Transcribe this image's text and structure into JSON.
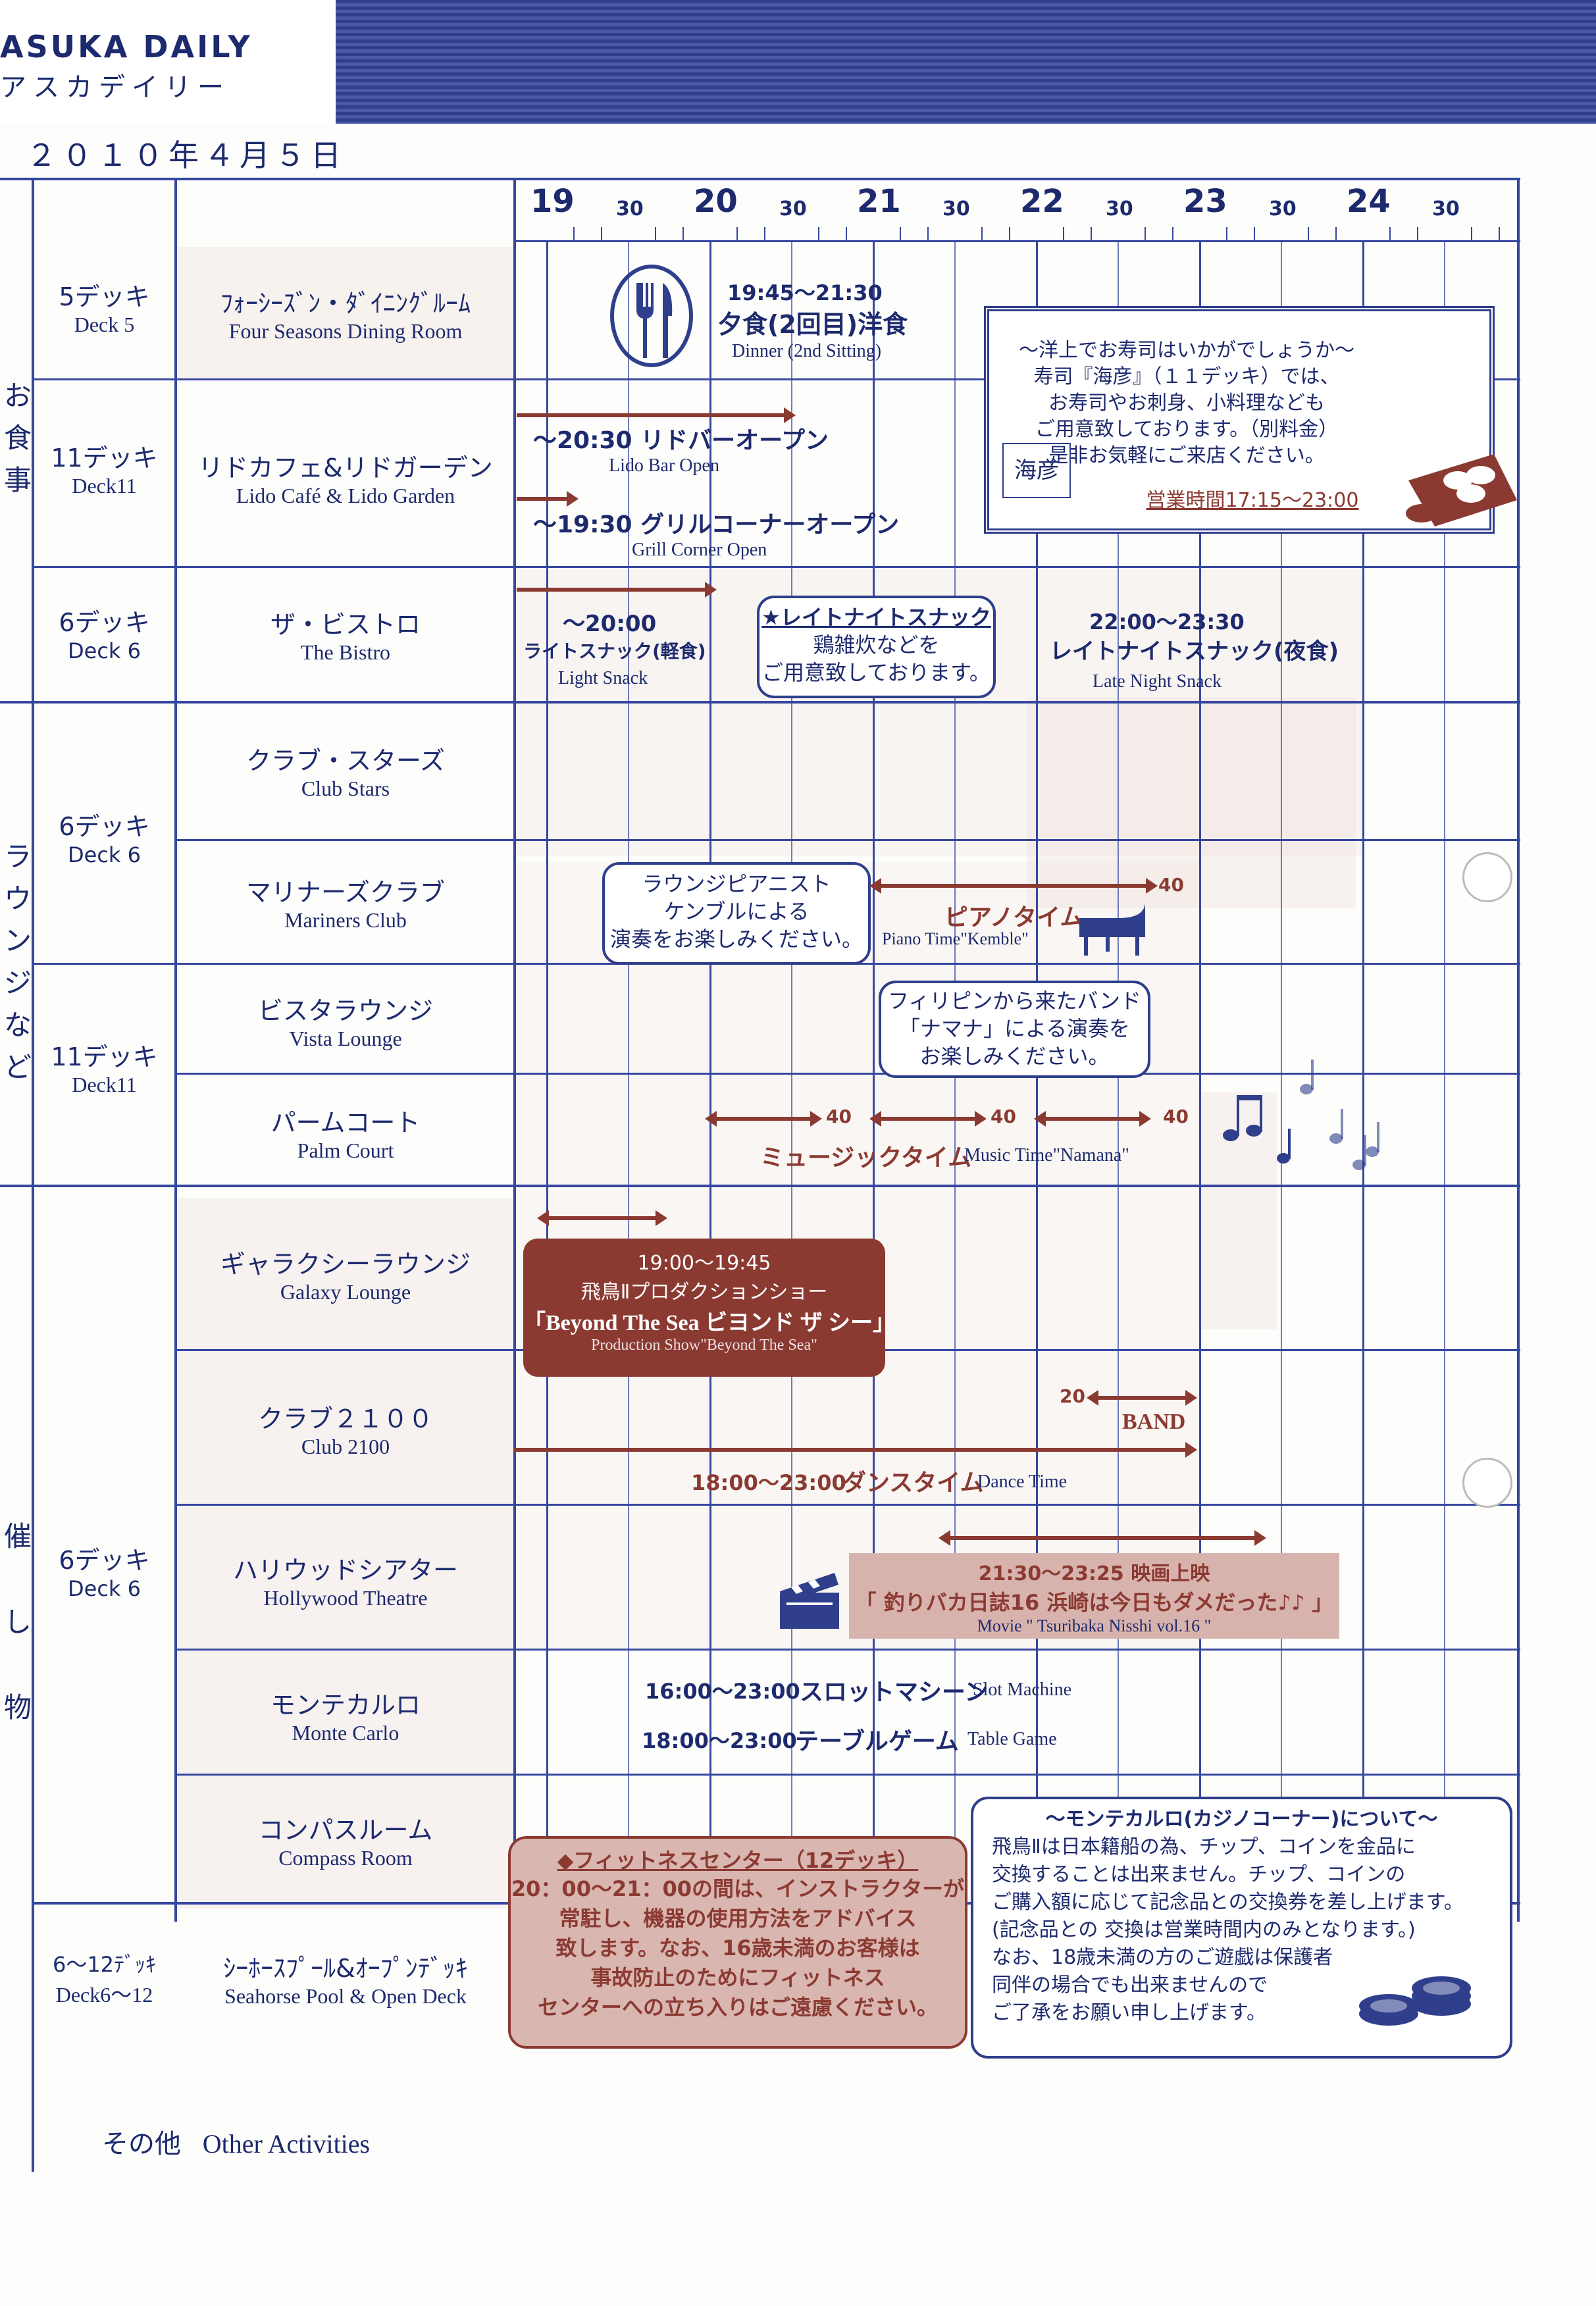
{
  "header": {
    "logo_en": "ASUKA DAILY",
    "logo_jp": "アスカデイリー",
    "date": "２０１０年４月５日"
  },
  "timeline": {
    "hours": [
      "19",
      "20",
      "21",
      "22",
      "23",
      "24"
    ],
    "half_label": "30"
  },
  "categories": {
    "dining": [
      "お",
      "食",
      "事"
    ],
    "lounge": [
      "ラ",
      "ウ",
      "ン",
      "ジ",
      "な",
      "ど"
    ],
    "events": [
      "催",
      "し",
      "物"
    ]
  },
  "decks": {
    "d5": {
      "jp": "5デッキ",
      "en": "Deck 5"
    },
    "d11a": {
      "jp": "11デッキ",
      "en": "Deck11"
    },
    "d6a": {
      "jp": "6デッキ",
      "en": "Deck 6"
    },
    "d6b": {
      "jp": "6デッキ",
      "en": "Deck 6"
    },
    "d11b": {
      "jp": "11デッキ",
      "en": "Deck11"
    },
    "d6c": {
      "jp": "6デッキ",
      "en": "Deck 6"
    },
    "d612": {
      "jp": "6～12ﾃﾞｯｷ",
      "en": "Deck6～12"
    }
  },
  "venues": {
    "four_seasons": {
      "jp": "ﾌｫｰｼｰｽﾞﾝ・ﾀﾞｲﾆﾝｸﾞﾙｰﾑ",
      "en": "Four Seasons Dining Room"
    },
    "lido": {
      "jp": "リドカフェ&リドガーデン",
      "en": "Lido Café & Lido Garden"
    },
    "bistro": {
      "jp": "ザ・ビストロ",
      "en": "The Bistro"
    },
    "club_stars": {
      "jp": "クラブ・スターズ",
      "en": "Club Stars"
    },
    "mariners": {
      "jp": "マリナーズクラブ",
      "en": "Mariners Club"
    },
    "vista": {
      "jp": "ビスタラウンジ",
      "en": "Vista Lounge"
    },
    "palm": {
      "jp": "パームコート",
      "en": "Palm Court"
    },
    "galaxy": {
      "jp": "ギャラクシーラウンジ",
      "en": "Galaxy Lounge"
    },
    "club2100": {
      "jp": "クラブ２１００",
      "en": "Club 2100"
    },
    "hollywood": {
      "jp": "ハリウッドシアター",
      "en": "Hollywood Theatre"
    },
    "monte": {
      "jp": "モンテカルロ",
      "en": "Monte Carlo"
    },
    "compass": {
      "jp": "コンパスルーム",
      "en": "Compass Room"
    },
    "seahorse": {
      "jp": "ｼｰﾎｰｽﾌﾟｰﾙ&ｵｰﾌﾟﾝﾃﾞｯｷ",
      "en": "Seahorse Pool & Open Deck"
    }
  },
  "events": {
    "dinner": {
      "time": "19:45～21:30",
      "jp": "夕食(2回目)洋食",
      "en": "Dinner (2nd Sitting)"
    },
    "lido_bar": {
      "jp": "～20:30 リドバーオープン",
      "en": "Lido Bar Open"
    },
    "grill": {
      "jp": "～19:30 グリルコーナーオープン",
      "en": "Grill Corner Open"
    },
    "light_snack": {
      "time": "～20:00",
      "jp": "ライトスナック(軽食)",
      "en": "Light Snack"
    },
    "late_bubble": {
      "title": "★レイトナイトスナック",
      "line1": "鶏雑炊などを",
      "line2": "ご用意致しております。"
    },
    "late_snack": {
      "time": "22:00～23:30",
      "jp": "レイトナイトスナック(夜食)",
      "en": "Late Night Snack"
    },
    "piano_bubble": {
      "line1": "ラウンジピアニスト",
      "line2": "ケンブルによる",
      "line3": "演奏をお楽しみください。"
    },
    "piano": {
      "jp": "ピアノタイム",
      "en": "Piano Time\"Kemble\"",
      "end": "40"
    },
    "band_bubble": {
      "line1": "フィリピンから来たバンド",
      "line2": "「ナマナ」による演奏を",
      "line3": "お楽しみください。"
    },
    "music": {
      "jp": "ミュージックタイム",
      "en": "Music Time\"Namana\"",
      "m1": "40",
      "m2": "40",
      "m3": "40"
    },
    "show": {
      "time": "19:00～19:45",
      "line1": "飛鳥Ⅱプロダクションショー",
      "title": "「Beyond The Sea ビヨンド ザ シー」",
      "en": "Production Show\"Beyond The Sea\""
    },
    "band": {
      "start": "20",
      "label": "BAND"
    },
    "dance": {
      "time": "18:00～23:00",
      "jp": "ダンスタイム",
      "en": "Dance Time"
    },
    "movie": {
      "time": "21:30～23:25 映画上映",
      "title": "「 釣りバカ日誌16  浜崎は今日もダメだった♪♪ 」",
      "en": "Movie \" Tsuribaka Nisshi vol.16 \""
    },
    "slot": {
      "time": "16:00～23:00",
      "jp": "スロットマシーン",
      "en": "Slot Machine"
    },
    "table_game": {
      "time": "18:00～23:00",
      "jp": "テーブルゲーム",
      "en": "Table Game"
    },
    "fitness": {
      "title": "◆フィットネスセンター（12デッキ）",
      "lines": [
        "20：00～21：00の間は、インストラクターが",
        "常駐し、機器の使用方法をアドバイス",
        "致します。なお、16歳未満のお客様は",
        "事故防止のためにフィットネス",
        "センターへの立ち入りはご遠慮ください。"
      ]
    },
    "casino": {
      "title": "～モンテカルロ(カジノコーナー)について～",
      "lines": [
        "飛鳥Ⅱは日本籍船の為、チップ、コインを金品に",
        "交換することは出来ません。チップ、コインの",
        "ご購入額に応じて記念品との交換券を差し上げます。",
        "(記念品との 交換は営業時間内のみとなります。)",
        "なお、18歳未満の方のご遊戯は保護者",
        "同伴の場合でも出来ませんので",
        "ご了承をお願い申し上げます。"
      ]
    }
  },
  "sushi": {
    "lines": [
      "～洋上でお寿司はいかがでしょうか～",
      "寿司『海彦』（１１デッキ）では、",
      "お寿司やお刺身、小料理なども",
      "ご用意致しております。（別料金）",
      "是非お気軽にご来店ください。"
    ],
    "hours": "営業時間17:15～23:00",
    "stamp": "海彦"
  },
  "footer": {
    "jp": "その他",
    "en": "Other Activities"
  }
}
